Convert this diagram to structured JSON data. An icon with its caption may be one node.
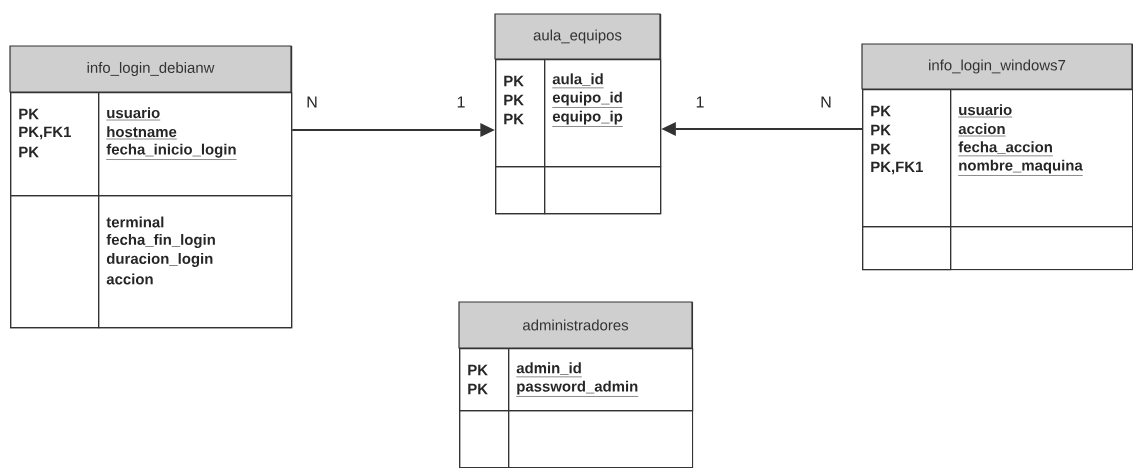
{
  "diagram": {
    "nodes": [
      {
        "text": [
          "info_login_debianw"
        ]
      },
      {
        "text": [
          "PK",
          "PK,FK1",
          "PK"
        ],
        "in": 0
      },
      {
        "text": [
          "usuario",
          "hostname",
          "fecha_inicio_login"
        ],
        "in": 0
      },
      {
        "text": [],
        "shape": "box",
        "in": 0
      },
      {
        "text": [
          "terminal",
          "fecha_fin_login",
          "duracion_login",
          "accion"
        ],
        "in": 0
      },
      {
        "text": [
          "aula_equipos"
        ]
      },
      {
        "text": [
          "PK",
          "PK",
          "PK"
        ],
        "in": 5
      },
      {
        "text": [
          "aula_id",
          "equipo_id",
          "equipo_ip"
        ],
        "in": 5
      },
      {
        "text": [],
        "shape": "box",
        "in": 5
      },
      {
        "text": [],
        "shape": "box",
        "in": 5
      },
      {
        "text": [
          "info_login_windows7"
        ]
      },
      {
        "text": [
          "PK",
          "PK",
          "PK",
          "PK,FK1"
        ],
        "in": 10
      },
      {
        "text": [
          "usuario",
          "accion",
          "fecha_accion",
          "nombre_maquina"
        ],
        "in": 10
      },
      {
        "text": [],
        "shape": "box",
        "in": 10
      },
      {
        "text": [],
        "shape": "box",
        "in": 10
      },
      {
        "text": [
          "administradores"
        ]
      },
      {
        "text": [
          "PK",
          "PK"
        ],
        "in": 15
      },
      {
        "text": [
          "admin_id",
          "password_admin"
        ],
        "in": 15
      },
      {
        "text": [],
        "shape": "box",
        "in": 15
      },
      {
        "text": [],
        "shape": "box",
        "in": 15
      }
    ],
    "edges": [
      {
        "from": 0,
        "to": 5,
        "arrow": "to"
      },
      {
        "from": 10,
        "to": 5,
        "arrow": "to"
      }
    ],
    "labels": [
      "N",
      "1",
      "1",
      "N"
    ]
  }
}
